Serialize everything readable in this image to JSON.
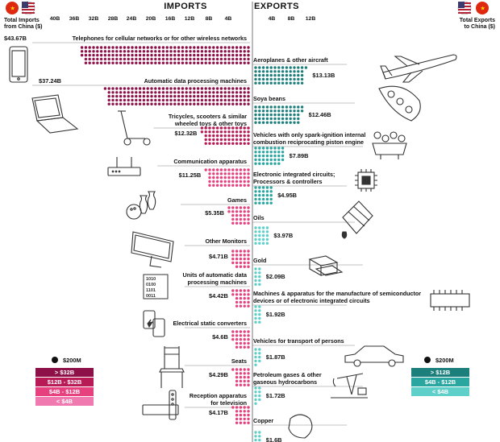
{
  "header": {
    "imports_title": "IMPORTS",
    "exports_title": "EXPORTS",
    "left_corner": [
      "Total Imports",
      "from China ($)"
    ],
    "right_corner": [
      "Total Exports",
      "to China ($)"
    ]
  },
  "colors": {
    "imports_gt32": "#8e1048",
    "imports_12_32": "#b81a56",
    "imports_4_12": "#e6407e",
    "imports_lt4": "#f07ab0",
    "exports_gt12": "#1c7f7c",
    "exports_4_12": "#2aa6a0",
    "exports_lt4": "#5fd0c9"
  },
  "legend": {
    "unit_label": "$200M",
    "imports": [
      {
        "label": "> $32B",
        "color": "#8e1048"
      },
      {
        "label": "$12B - $32B",
        "color": "#b81a56"
      },
      {
        "label": "$4B - $12B",
        "color": "#e6407e"
      },
      {
        "label": "< $4B",
        "color": "#f07ab0"
      }
    ],
    "exports": [
      {
        "label": "> $12B",
        "color": "#1c7f7c"
      },
      {
        "label": "$4B - $12B",
        "color": "#2aa6a0"
      },
      {
        "label": "< $4B",
        "color": "#5fd0c9"
      }
    ]
  },
  "chart_data": {
    "type": "bar",
    "dot_unit": "$200M",
    "imports_axis": {
      "ticks": [
        "40B",
        "36B",
        "32B",
        "28B",
        "24B",
        "20B",
        "16B",
        "12B",
        "8B",
        "4B"
      ]
    },
    "exports_axis": {
      "ticks": [
        "4B",
        "8B",
        "12B"
      ]
    },
    "imports": [
      {
        "label": [
          "Telephones for cellular networks or for other wireless networks"
        ],
        "value": 43.67,
        "value_label": "$43.67B",
        "icon": "smartphone-icon"
      },
      {
        "label": [
          "Automatic data processing machines"
        ],
        "value": 37.24,
        "value_label": "$37.24B",
        "icon": "laptop-icon"
      },
      {
        "label": [
          "Tricycles, scooters & similar",
          "wheeled toys & other toys"
        ],
        "value": 12.32,
        "value_label": "$12.32B",
        "icon": "scooter-icon"
      },
      {
        "label": [
          "Communication apparatus"
        ],
        "value": 11.25,
        "value_label": "$11.25B",
        "icon": "router-icon"
      },
      {
        "label": [
          "Games"
        ],
        "value": 5.35,
        "value_label": "$5.35B",
        "icon": "bowling-icon"
      },
      {
        "label": [
          "Other Monitors"
        ],
        "value": 4.71,
        "value_label": "$4.71B",
        "icon": "monitor-icon"
      },
      {
        "label": [
          "Units of automatic data",
          "processing machines"
        ],
        "value": 4.42,
        "value_label": "$4.42B",
        "icon": "binary-icon"
      },
      {
        "label": [
          "Electrical static converters"
        ],
        "value": 4.6,
        "value_label": "$4.6B",
        "icon": "converter-icon"
      },
      {
        "label": [
          "Seats"
        ],
        "value": 4.29,
        "value_label": "$4.29B",
        "icon": "chair-icon"
      },
      {
        "label": [
          "Reception apparatus",
          "for television"
        ],
        "value": 4.17,
        "value_label": "$4.17B",
        "icon": "set-top-box-icon"
      }
    ],
    "exports": [
      {
        "label": [
          "Aeroplanes & other aircraft"
        ],
        "value": 13.13,
        "value_label": "$13.13B",
        "icon": "airplane-icon"
      },
      {
        "label": [
          "Soya beans"
        ],
        "value": 12.46,
        "value_label": "$12.46B",
        "icon": "soybean-icon"
      },
      {
        "label": [
          "Vehicles with only spark-ignition internal",
          "combustion reciprocating piston engine"
        ],
        "value": 7.89,
        "value_label": "$7.89B",
        "icon": "engine-icon"
      },
      {
        "label": [
          "Electronic integrated circuits;",
          "Processors & controllers"
        ],
        "value": 4.95,
        "value_label": "$4.95B",
        "icon": "chip-icon"
      },
      {
        "label": [
          "Oils"
        ],
        "value": 3.97,
        "value_label": "$3.97B",
        "icon": "oil-barrel-icon"
      },
      {
        "label": [
          "Gold"
        ],
        "value": 2.09,
        "value_label": "$2.09B",
        "icon": "gold-bars-icon"
      },
      {
        "label": [
          "Machines & apparatus for the manufacture of semiconductor",
          "devices or of electronic integrated circuits"
        ],
        "value": 1.92,
        "value_label": "$1.92B",
        "icon": "ic-package-icon"
      },
      {
        "label": [
          "Vehicles for transport of persons"
        ],
        "value": 1.87,
        "value_label": "$1.87B",
        "icon": "car-icon"
      },
      {
        "label": [
          "Petroleum gases & other",
          "gaseous hydrocarbons"
        ],
        "value": 1.72,
        "value_label": "$1.72B",
        "icon": "oil-pump-icon"
      },
      {
        "label": [
          "Copper"
        ],
        "value": 1.6,
        "value_label": "$1.6B",
        "icon": "copper-ore-icon"
      }
    ]
  }
}
